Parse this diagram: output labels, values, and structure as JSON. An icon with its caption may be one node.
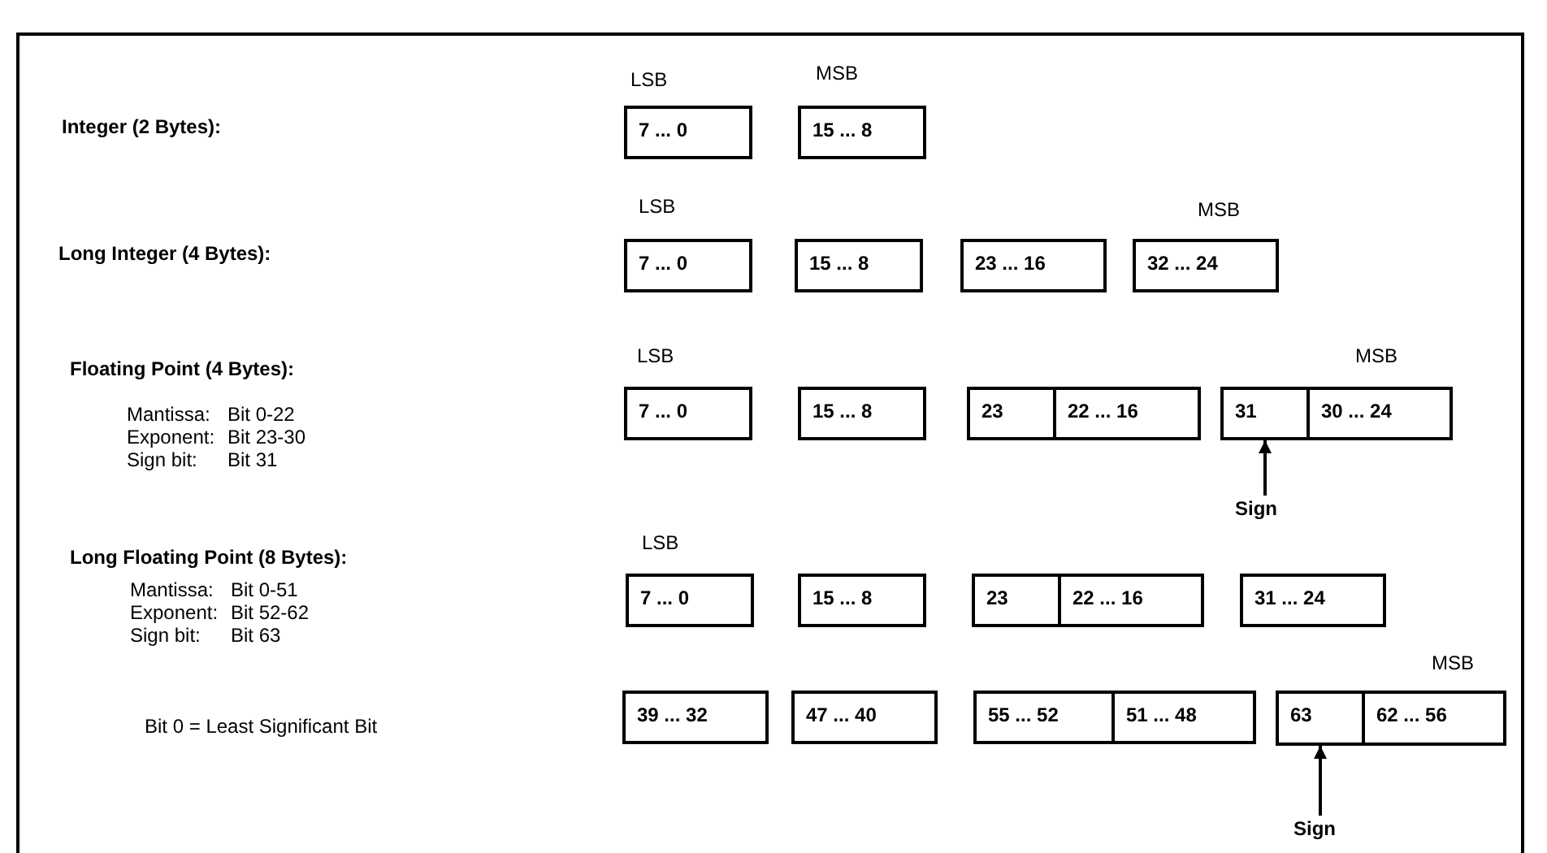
{
  "diagram": {
    "nodes": [
      {
        "text": [
          "7 ... 0"
        ]
      },
      {
        "text": [
          "15 ... 8"
        ]
      },
      {
        "text": [
          "7 ... 0"
        ]
      },
      {
        "text": [
          "15 ... 8"
        ]
      },
      {
        "text": [
          "23 ... 16"
        ]
      },
      {
        "text": [
          "32 ... 24"
        ]
      },
      {
        "text": [
          "7 ... 0"
        ]
      },
      {
        "text": [
          "15 ... 8"
        ]
      },
      {
        "text": [
          "23"
        ]
      },
      {
        "text": [
          "22 ... 16"
        ]
      },
      {
        "text": [
          "31"
        ]
      },
      {
        "text": [
          "30 ... 24"
        ]
      },
      {
        "text": [
          "Sign"
        ]
      },
      {
        "text": [
          "7 ... 0"
        ]
      },
      {
        "text": [
          "15 ... 8"
        ]
      },
      {
        "text": [
          "23"
        ]
      },
      {
        "text": [
          "22 ... 16"
        ]
      },
      {
        "text": [
          "31 ... 24"
        ]
      },
      {
        "text": [
          "39 ... 32"
        ]
      },
      {
        "text": [
          "47 ... 40"
        ]
      },
      {
        "text": [
          "55 ... 52"
        ]
      },
      {
        "text": [
          "51 ... 48"
        ]
      },
      {
        "text": [
          "63"
        ]
      },
      {
        "text": [
          "62 ... 56"
        ]
      },
      {
        "text": [
          "Sign"
        ]
      }
    ],
    "edges": [
      {
        "from": 12,
        "to": 10,
        "arrow": "to"
      },
      {
        "from": 24,
        "to": 22,
        "arrow": "to"
      }
    ],
    "labels": [
      "LSB",
      "MSB",
      "Integer (2 Bytes):",
      "LSB",
      "MSB",
      "Long Integer (4 Bytes):",
      "Floating Point (4 Bytes):",
      "LSB",
      "MSB",
      "Mantissa:",
      "Bit 0-22",
      "Exponent:",
      "Bit 23-30",
      "Sign bit:",
      "Bit 31",
      "LSB",
      "Long Floating Point (8 Bytes):",
      "Mantissa:",
      "Bit 0-51",
      "Exponent:",
      "Bit 52-62",
      "Sign bit:",
      "Bit 63",
      "MSB",
      "Bit 0 = Least Significant Bit"
    ]
  }
}
